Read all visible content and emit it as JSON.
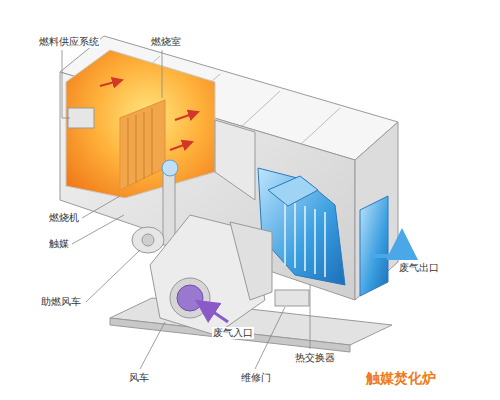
{
  "diagram": {
    "title": "触媒焚化炉",
    "labels": [
      "燃料供应系统",
      "燃烧室",
      "燃烧机",
      "触媒",
      "助燃风车",
      "风车",
      "废气入口",
      "维修门",
      "热交换器",
      "废气出口"
    ]
  }
}
